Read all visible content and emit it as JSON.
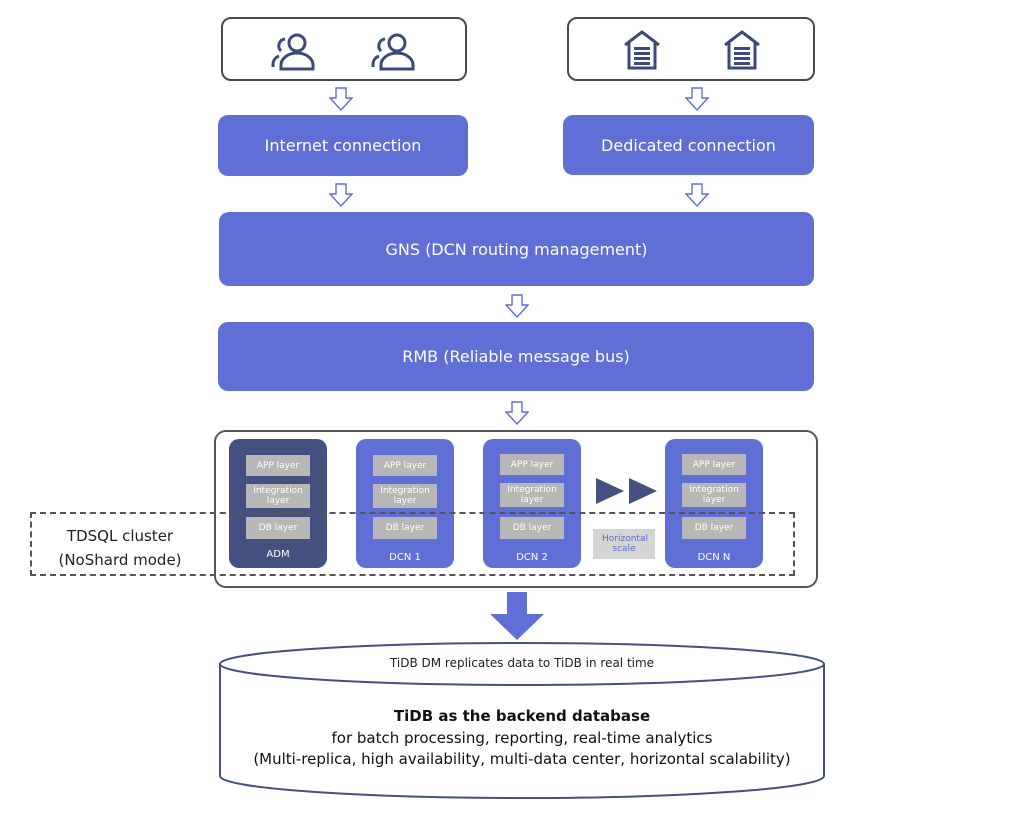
{
  "sources": [
    {
      "icons": [
        "users-icon",
        "users-icon"
      ]
    },
    {
      "icons": [
        "building-icon",
        "building-icon"
      ]
    }
  ],
  "connections": {
    "internet": "Internet connection",
    "dedicated": "Dedicated connection"
  },
  "gns": "GNS (DCN routing management)",
  "rmb": "RMB (Reliable message bus)",
  "cluster": {
    "label_line1": "TDSQL cluster",
    "label_line2": "(NoShard mode)",
    "columns": [
      {
        "name": "ADM",
        "layers": [
          "APP layer",
          "Integration layer",
          "DB layer"
        ]
      },
      {
        "name": "DCN 1",
        "layers": [
          "APP layer",
          "Integration layer",
          "DB layer"
        ]
      },
      {
        "name": "DCN 2",
        "layers": [
          "APP layer",
          "Integration layer",
          "DB layer"
        ]
      },
      {
        "name": "DCN N",
        "layers": [
          "APP layer",
          "Integration layer",
          "DB layer"
        ]
      }
    ],
    "horizontal_scale": "Horizontal scale"
  },
  "database": {
    "top_text": "TiDB DM replicates data to TiDB in real time",
    "title": "TiDB as the backend database",
    "line1": "for batch processing, reporting, real-time analytics",
    "line2": "(Multi-replica, high availability, multi-data center, horizontal scalability)"
  },
  "colors": {
    "primary_blue": "#5f6fd6",
    "adm_dark": "#44507f",
    "layer_gray": "#b7b7b7",
    "icon_navy": "#3b4a7a",
    "arrow_fill": "#5f6fd6"
  }
}
